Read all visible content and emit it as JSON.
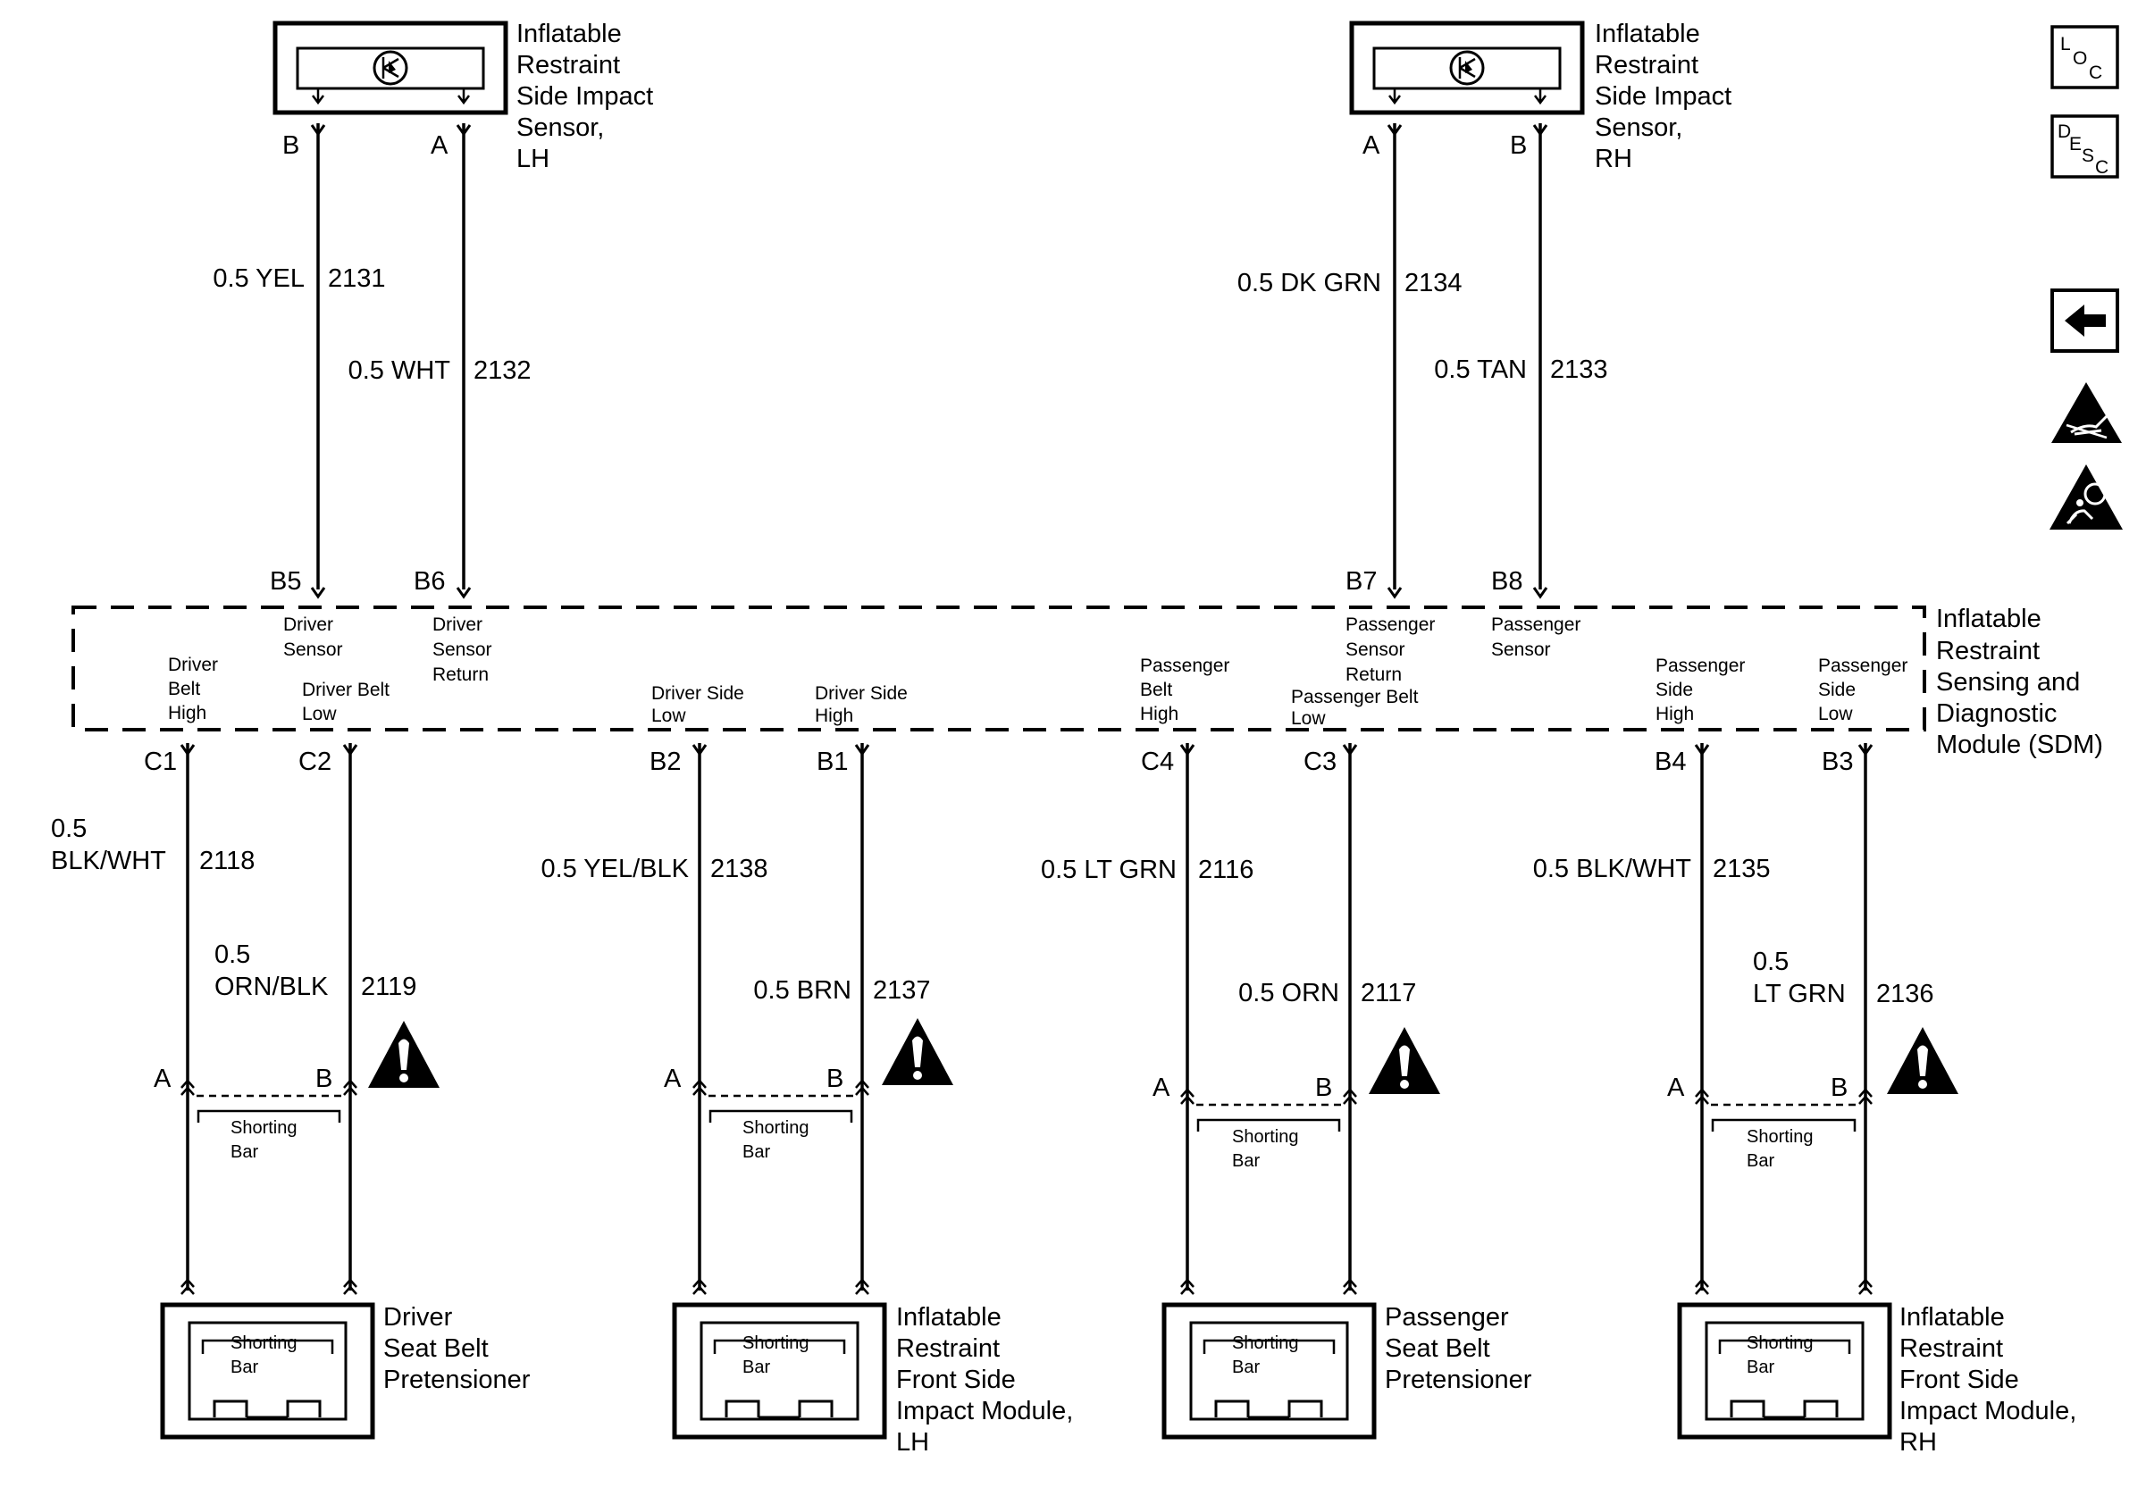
{
  "sensors": {
    "lh": {
      "label_lines": [
        "Inflatable",
        "Restraint",
        "Side Impact",
        "Sensor,",
        "LH"
      ],
      "pins": [
        "B",
        "A"
      ]
    },
    "rh": {
      "label_lines": [
        "Inflatable",
        "Restraint",
        "Side Impact",
        "Sensor,",
        "RH"
      ],
      "pins": [
        "A",
        "B"
      ]
    }
  },
  "upper_wires": [
    {
      "size": "0.5 YEL",
      "circuit": "2131"
    },
    {
      "size": "0.5 WHT",
      "circuit": "2132"
    },
    {
      "size": "0.5 DK GRN",
      "circuit": "2134"
    },
    {
      "size": "0.5 TAN",
      "circuit": "2133"
    }
  ],
  "sdm": {
    "label_lines": [
      "Inflatable",
      "Restraint",
      "Sensing and",
      "Diagnostic",
      "Module (SDM)"
    ],
    "top_pins": [
      "B5",
      "B6",
      "B7",
      "B8"
    ],
    "top_pin_labels": [
      [
        "Driver",
        "Sensor"
      ],
      [
        "Driver",
        "Sensor",
        "Return"
      ],
      [
        "Passenger",
        "Sensor",
        "Return"
      ],
      [
        "Passenger",
        "Sensor"
      ]
    ],
    "bottom_pins": [
      "C1",
      "C2",
      "B2",
      "B1",
      "C4",
      "C3",
      "B4",
      "B3"
    ],
    "bottom_pin_labels": [
      [
        "Driver",
        "Belt",
        "High"
      ],
      [
        "Driver Belt",
        "Low"
      ],
      [
        "Driver Side",
        "Low"
      ],
      [
        "Driver Side",
        "High"
      ],
      [
        "Passenger",
        "Belt",
        "High"
      ],
      [
        "Passenger Belt",
        "Low"
      ],
      [
        "Passenger",
        "Side",
        "High"
      ],
      [
        "Passenger",
        "Side",
        "Low"
      ]
    ]
  },
  "lower_wires": [
    {
      "size_lines": [
        "0.5",
        "BLK/WHT"
      ],
      "circuit": "2118"
    },
    {
      "size_lines": [
        "0.5",
        "ORN/BLK"
      ],
      "circuit": "2119"
    },
    {
      "size_lines": [
        "0.5 YEL/BLK"
      ],
      "circuit": "2138"
    },
    {
      "size_lines": [
        "0.5 BRN"
      ],
      "circuit": "2137"
    },
    {
      "size_lines": [
        "0.5 LT GRN"
      ],
      "circuit": "2116"
    },
    {
      "size_lines": [
        "0.5 ORN"
      ],
      "circuit": "2117"
    },
    {
      "size_lines": [
        "0.5 BLK/WHT"
      ],
      "circuit": "2135"
    },
    {
      "size_lines": [
        "0.5",
        "LT GRN"
      ],
      "circuit": "2136"
    }
  ],
  "connector_pins": [
    "A",
    "B"
  ],
  "shorting_bar_lines": [
    "Shorting",
    "Bar"
  ],
  "modules": [
    {
      "label_lines": [
        "Driver",
        "Seat Belt",
        "Pretensioner"
      ]
    },
    {
      "label_lines": [
        "Inflatable",
        "Restraint",
        "Front Side",
        "Impact Module,",
        "LH"
      ]
    },
    {
      "label_lines": [
        "Passenger",
        "Seat Belt",
        "Pretensioner"
      ]
    },
    {
      "label_lines": [
        "Inflatable",
        "Restraint",
        "Front Side",
        "Impact Module,",
        "RH"
      ]
    }
  ],
  "side_icons": {
    "loc": {
      "letters": [
        "L",
        "O",
        "C"
      ],
      "icon": "loc-icon"
    },
    "desc": {
      "letters": [
        "D",
        "E",
        "S",
        "C"
      ],
      "icon": "desc-icon"
    },
    "back": {
      "icon": "back-arrow-icon"
    },
    "esd": {
      "icon": "esd-warning-icon"
    },
    "airbag": {
      "icon": "airbag-warning-icon"
    }
  },
  "warning_icon": "caution-icon",
  "colors": {
    "ink": "#000000",
    "paper": "#ffffff"
  }
}
